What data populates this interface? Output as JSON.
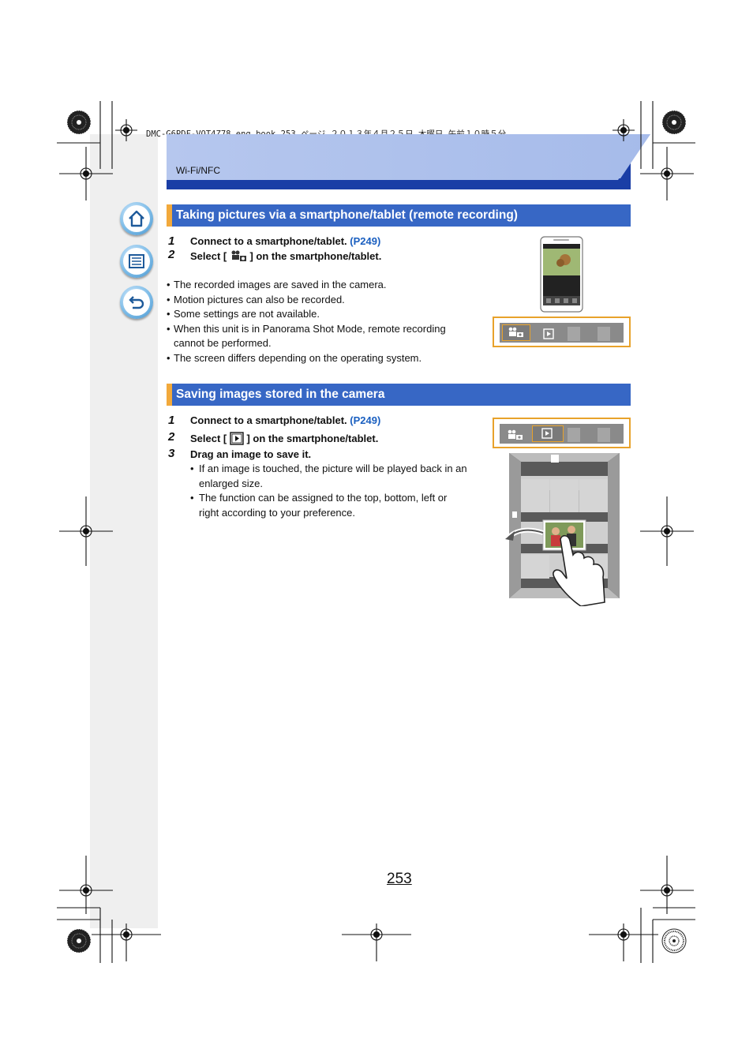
{
  "file_header": "DMC-G6PDF-VQT4Z78_eng.book  253 ページ  ２０１３年４月２５日  木曜日  午前１０時５分",
  "section_label": "Wi-Fi/NFC",
  "nav": {
    "home_icon": "home-icon",
    "contents_icon": "contents-list-icon",
    "back_icon": "back-arrow-icon"
  },
  "section1": {
    "title": "Taking pictures via a smartphone/tablet (remote recording)",
    "steps": [
      {
        "num": "1",
        "text": "Connect to a smartphone/tablet. ",
        "link": "(P249)"
      },
      {
        "num": "2",
        "text_before": "Select [ ",
        "icon": "remote-recording-icon",
        "text_after": " ] on the smartphone/tablet."
      }
    ],
    "notes": [
      "The recorded images are saved in the camera.",
      "Motion pictures can also be recorded.",
      "Some settings are not available.",
      "When this unit is in Panorama Shot Mode, remote recording",
      "cannot be performed.",
      "The screen differs depending on the operating system."
    ]
  },
  "section2": {
    "title": "Saving images stored in the camera",
    "steps": [
      {
        "num": "1",
        "text": "Connect to a smartphone/tablet. ",
        "link": "(P249)"
      },
      {
        "num": "2",
        "text_before": "Select [ ",
        "icon": "playback-icon",
        "text_after": " ] on the smartphone/tablet."
      },
      {
        "num": "3",
        "text": "Drag an image to save it."
      }
    ],
    "subnotes": [
      "If an image is touched, the picture will be played back in an",
      "enlarged size.",
      "The function can be assigned to the top, bottom, left or",
      "right according to your preference."
    ]
  },
  "page_number": "253",
  "colors": {
    "header_blue": "#3767c5",
    "accent_orange": "#f2a93b",
    "link_blue": "#1a5fc0",
    "highlight_box": "#e8a22b"
  }
}
